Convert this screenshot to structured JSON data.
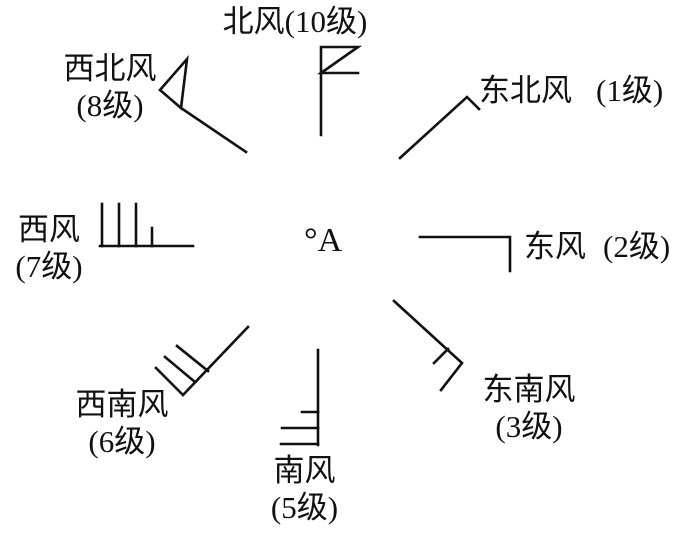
{
  "center": {
    "label": "°A"
  },
  "winds": {
    "north": {
      "label": "北风(10级)"
    },
    "northeast": {
      "label": "东北风",
      "level": "(1级)"
    },
    "east": {
      "label": "东风",
      "level": "(2级)"
    },
    "southeast": {
      "label": "东南风",
      "level": "(3级)"
    },
    "south": {
      "label": "南风",
      "level": "(5级)"
    },
    "southwest": {
      "label": "西南风",
      "level": "(6级)"
    },
    "west": {
      "label": "西风",
      "level": "(7级)"
    },
    "northwest": {
      "label": "西北风",
      "level": "(8级)"
    }
  },
  "wind_barbs": {
    "north": {
      "pennants": 1,
      "long_barbs": 1,
      "short_barbs": 0
    },
    "northeast": {
      "pennants": 0,
      "long_barbs": 0,
      "short_barbs": 1
    },
    "east": {
      "pennants": 0,
      "long_barbs": 1,
      "short_barbs": 0
    },
    "southeast": {
      "pennants": 0,
      "long_barbs": 1,
      "short_barbs": 1
    },
    "south": {
      "pennants": 0,
      "long_barbs": 2,
      "short_barbs": 1
    },
    "southwest": {
      "pennants": 0,
      "long_barbs": 3,
      "short_barbs": 0
    },
    "west": {
      "pennants": 0,
      "long_barbs": 3,
      "short_barbs": 1
    },
    "northwest": {
      "pennants": 1,
      "long_barbs": 0,
      "short_barbs": 0
    }
  },
  "colors": {
    "ink": "#111111",
    "background": "#ffffff"
  }
}
